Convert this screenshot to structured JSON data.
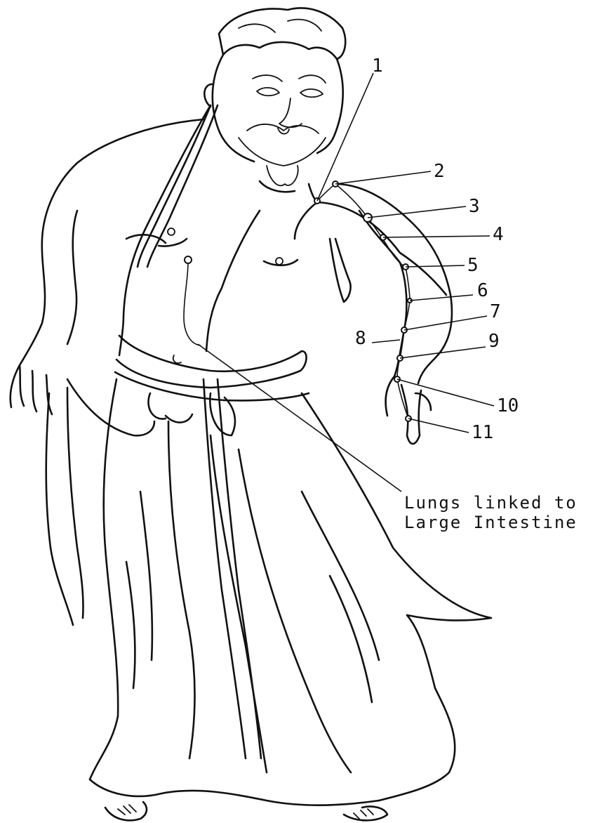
{
  "figure": {
    "point_labels": [
      "1",
      "2",
      "3",
      "4",
      "5",
      "6",
      "7",
      "8",
      "9",
      "10",
      "11"
    ],
    "caption_lines": [
      "Lungs linked to",
      "Large Intestine"
    ],
    "ink_color": "#111111",
    "background": "#ffffff"
  }
}
